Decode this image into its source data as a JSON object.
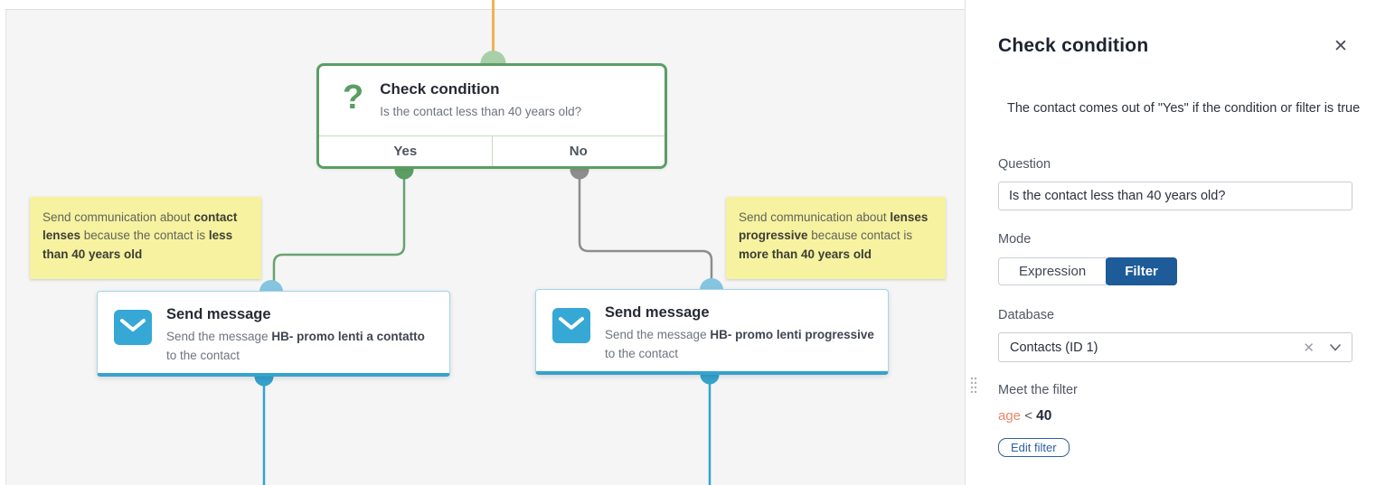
{
  "canvas": {
    "condition_node": {
      "icon": "question-mark-icon",
      "title": "Check condition",
      "subtitle": "Is the contact less than 40 years old?",
      "yes_label": "Yes",
      "no_label": "No"
    },
    "note_left": {
      "segments": [
        {
          "text": "Send communication about ",
          "bold": false
        },
        {
          "text": "contact lenses",
          "bold": true
        },
        {
          "text": " because the contact is ",
          "bold": false
        },
        {
          "text": "less than 40 years old",
          "bold": true
        }
      ]
    },
    "note_right": {
      "segments": [
        {
          "text": "Send communication about ",
          "bold": false
        },
        {
          "text": "lenses progressive",
          "bold": true
        },
        {
          "text": " because contact is ",
          "bold": false
        },
        {
          "text": "more than 40 years old",
          "bold": true
        }
      ]
    },
    "message_node_left": {
      "icon": "email-icon",
      "title": "Send message",
      "desc_segments": [
        {
          "text": "Send the message ",
          "bold": false
        },
        {
          "text": "HB- promo lenti a contatto",
          "bold": true
        },
        {
          "text": " to the contact",
          "bold": false
        }
      ]
    },
    "message_node_right": {
      "icon": "email-icon",
      "title": "Send message",
      "desc_segments": [
        {
          "text": "Send the message ",
          "bold": false
        },
        {
          "text": "HB- promo lenti progressive",
          "bold": true
        },
        {
          "text": " to the contact",
          "bold": false
        }
      ]
    }
  },
  "sidebar": {
    "title": "Check condition",
    "close_icon": "close-icon",
    "description": "The contact comes out of \"Yes\" if the condition or filter is true",
    "question": {
      "label": "Question",
      "value": "Is the contact less than 40 years old?"
    },
    "mode": {
      "label": "Mode",
      "expression_label": "Expression",
      "filter_label": "Filter",
      "selected": "Filter"
    },
    "database": {
      "label": "Database",
      "value": "Contacts (ID 1)",
      "clear_icon": "clear-icon",
      "chevron_icon": "chevron-down-icon"
    },
    "filter": {
      "label": "Meet the filter",
      "field": "age",
      "operator": "<",
      "value": "40",
      "edit_button_label": "Edit filter"
    }
  },
  "colors": {
    "condition_green": "#5b9e63",
    "branch_no_gray": "#8d8d8d",
    "message_blue": "#35a3cd",
    "note_yellow": "#f6f2a0",
    "incoming_wire_orange": "#f2b150",
    "mode_selected_blue": "#1e5b99",
    "filter_field_orange": "#e8876c",
    "canvas_background": "#f5f5f6"
  }
}
